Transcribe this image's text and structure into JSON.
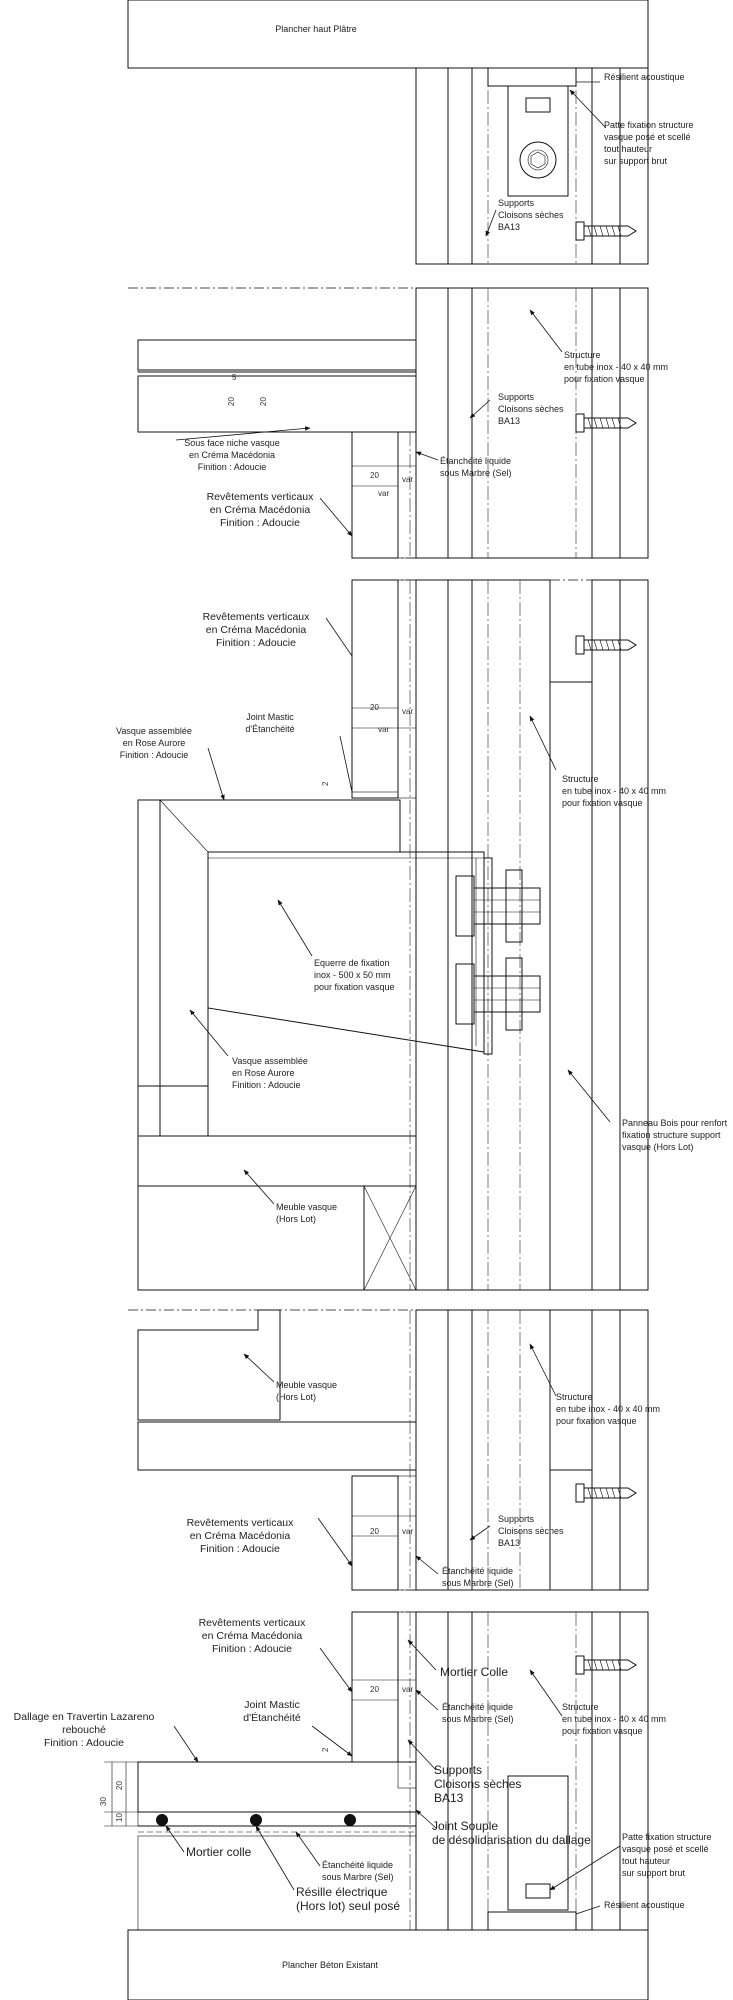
{
  "labels": {
    "s1_plancher_haut": "Plancher haut Plâtre",
    "s1_resilient_l1": "Résilient acoustique",
    "s1_patte_l1": "Patte fixation structure",
    "s1_patte_l2": "vasque posé et scellé",
    "s1_patte_l3": "tout hauteur",
    "s1_patte_l4": "sur support brut",
    "s1_supports_l1": "Supports",
    "s1_supports_l2": "Cloisons sèches",
    "s1_supports_l3": "BA13",
    "s2_structure_l1": "Structure",
    "s2_structure_l2": "en tube inox - 40 x 40 mm",
    "s2_structure_l3": "pour fixation vasque",
    "s2_supports_l1": "Supports",
    "s2_supports_l2": "Cloisons sèches",
    "s2_supports_l3": "BA13",
    "s2_sousface_l1": "Sous face niche vasque",
    "s2_sousface_l2": "en Créma Macédonia",
    "s2_sousface_l3": "Finition : Adoucie",
    "s2_etanch_l1": "Étanchéité liquide",
    "s2_etanch_l2": "sous Marbre (Sel)",
    "s2_rev_l1": "Revêtements verticaux",
    "s2_rev_l2": "en Créma Macédonia",
    "s2_rev_l3": "Finition : Adoucie",
    "s3_rev_l1": "Revêtements verticaux",
    "s3_rev_l2": "en Créma Macédonia",
    "s3_rev_l3": "Finition : Adoucie",
    "s3_joint_l1": "Joint Mastic",
    "s3_joint_l2": "d'Étanchéité",
    "s3_vasqueA_l1": "Vasque assemblée",
    "s3_vasqueA_l2": "en Rose Aurore",
    "s3_vasqueA_l3": "Finition : Adoucie",
    "s3_structure_l1": "Structure",
    "s3_structure_l2": "en tube inox - 40 x 40 mm",
    "s3_structure_l3": "pour fixation vasque",
    "s3_equerre_l1": "Equerre de fixation",
    "s3_equerre_l2": "inox - 500 x 50 mm",
    "s3_equerre_l3": "pour fixation vasque",
    "s3_vasqueB_l1": "Vasque assemblée",
    "s3_vasqueB_l2": "en Rose Aurore",
    "s3_vasqueB_l3": "Finition : Adoucie",
    "s3_panneau_l1": "Panneau Bois pour renfort",
    "s3_panneau_l2": "fixation structure support",
    "s3_panneau_l3": "vasque (Hors Lot)",
    "s3_meuble_l1": "Meuble vasque",
    "s3_meuble_l2": "(Hors Lot)",
    "s4_meuble_l1": "Meuble vasque",
    "s4_meuble_l2": "(Hors Lot)",
    "s4_structure_l1": "Structure",
    "s4_structure_l2": "en tube inox - 40 x 40 mm",
    "s4_structure_l3": "pour fixation vasque",
    "s4_supports_l1": "Supports",
    "s4_supports_l2": "Cloisons sèches",
    "s4_supports_l3": "BA13",
    "s4_rev_l1": "Revêtements verticaux",
    "s4_rev_l2": "en Créma Macédonia",
    "s4_rev_l3": "Finition : Adoucie",
    "s4_etanch_l1": "Étanchéité liquide",
    "s4_etanch_l2": "sous Marbre (Sel)",
    "s5_rev_l1": "Revêtements verticaux",
    "s5_rev_l2": "en Créma Macédonia",
    "s5_rev_l3": "Finition : Adoucie",
    "s5_mortier": "Mortier Colle",
    "s5_joint_l1": "Joint Mastic",
    "s5_joint_l2": "d'Étanchéité",
    "s5_etanch_l1": "Étanchéité liquide",
    "s5_etanch_l2": "sous Marbre (Sel)",
    "s5_structure_l1": "Structure",
    "s5_structure_l2": "en tube inox - 40 x 40 mm",
    "s5_structure_l3": "pour fixation vasque",
    "s5_dallage_l1": "Dallage en Travertin Lazareno",
    "s5_dallage_l2": "rebouché",
    "s5_dallage_l3": "Finition : Adoucie",
    "s5_supports_l1": "Supports",
    "s5_supports_l2": "Cloisons sèches",
    "s5_supports_l3": "BA13",
    "s5_jointsouple_l1": "Joint Souple",
    "s5_jointsouple_l2": "de désolidarisation du dallage",
    "s5_mortiercolle": "Mortier colle",
    "s5_etanchfloor_l1": "Étanchéité liquide",
    "s5_etanchfloor_l2": "sous Marbre (Sel)",
    "s5_resille_l1": "Résille électrique",
    "s5_resille_l2": "(Hors lot) seul posé",
    "s5_patte_l1": "Patte fixation structure",
    "s5_patte_l2": "vasque posé et scellé",
    "s5_patte_l3": "tout hauteur",
    "s5_patte_l4": "sur support brut",
    "s5_resilient": "Résilient acoustique",
    "s5_plancher": "Plancher Béton Existant"
  },
  "dims": {
    "d_5": "5",
    "d_20a": "20",
    "d_20b": "20",
    "d_s2_20": "20",
    "d_s2_var": "var",
    "d_s2_var2": "var",
    "d_s3_20": "20",
    "d_s3_var": "var",
    "d_s3_var2": "var",
    "d_s3_2": "2",
    "d_s4_20": "20",
    "d_s4_var": "var",
    "d_s5_20": "20",
    "d_s5_var": "var",
    "d_s5_2": "2",
    "d_30": "30",
    "d_20c": "20",
    "d_10": "10"
  },
  "colors": {
    "stone_creme": "#d9d2b4",
    "stone_rose": "#f4c6b8",
    "stone_rose_dark": "#eab0a0",
    "plaster_gray": "#f2f2f2",
    "line": "#111111"
  }
}
